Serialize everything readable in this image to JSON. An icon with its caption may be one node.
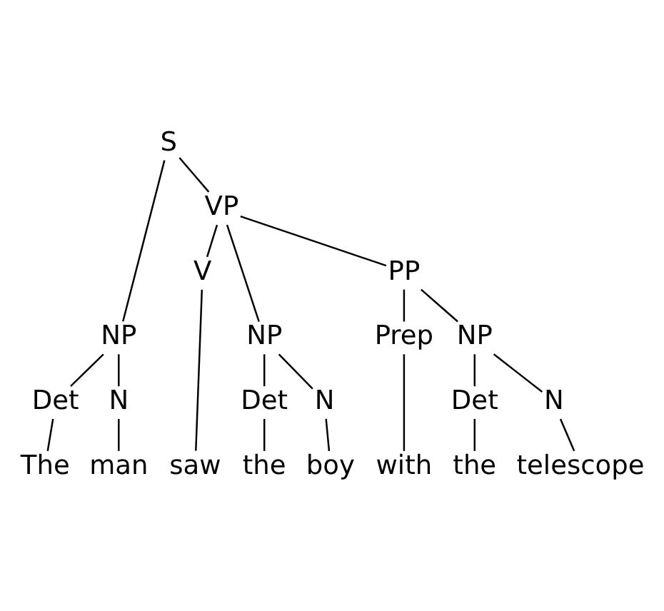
{
  "diagram": {
    "nodes": [
      {
        "text": [
          "S"
        ]
      },
      {
        "text": [
          "NP"
        ]
      },
      {
        "text": [
          "VP"
        ]
      },
      {
        "text": [
          "Det"
        ]
      },
      {
        "text": [
          "N"
        ]
      },
      {
        "text": [
          "V"
        ]
      },
      {
        "text": [
          "NP"
        ]
      },
      {
        "text": [
          "PP"
        ]
      },
      {
        "text": [
          "Det"
        ]
      },
      {
        "text": [
          "N"
        ]
      },
      {
        "text": [
          "Prep"
        ]
      },
      {
        "text": [
          "NP"
        ]
      },
      {
        "text": [
          "Det"
        ]
      },
      {
        "text": [
          "N"
        ]
      },
      {
        "text": [
          "The"
        ]
      },
      {
        "text": [
          "man"
        ]
      },
      {
        "text": [
          "saw"
        ]
      },
      {
        "text": [
          "the"
        ]
      },
      {
        "text": [
          "boy"
        ]
      },
      {
        "text": [
          "with"
        ]
      },
      {
        "text": [
          "the"
        ]
      },
      {
        "text": [
          "telescope"
        ]
      }
    ],
    "edges": [
      {
        "from": 0,
        "to": 1,
        "arrow": "none"
      },
      {
        "from": 0,
        "to": 2,
        "arrow": "none"
      },
      {
        "from": 1,
        "to": 3,
        "arrow": "none"
      },
      {
        "from": 1,
        "to": 4,
        "arrow": "none"
      },
      {
        "from": 2,
        "to": 5,
        "arrow": "none"
      },
      {
        "from": 2,
        "to": 6,
        "arrow": "none"
      },
      {
        "from": 2,
        "to": 7,
        "arrow": "none"
      },
      {
        "from": 6,
        "to": 8,
        "arrow": "none"
      },
      {
        "from": 6,
        "to": 9,
        "arrow": "none"
      },
      {
        "from": 7,
        "to": 10,
        "arrow": "none"
      },
      {
        "from": 7,
        "to": 11,
        "arrow": "none"
      },
      {
        "from": 11,
        "to": 12,
        "arrow": "none"
      },
      {
        "from": 11,
        "to": 13,
        "arrow": "none"
      },
      {
        "from": 3,
        "to": 14,
        "arrow": "none"
      },
      {
        "from": 4,
        "to": 15,
        "arrow": "none"
      },
      {
        "from": 5,
        "to": 16,
        "arrow": "none"
      },
      {
        "from": 8,
        "to": 17,
        "arrow": "none"
      },
      {
        "from": 9,
        "to": 18,
        "arrow": "none"
      },
      {
        "from": 10,
        "to": 19,
        "arrow": "none"
      },
      {
        "from": 12,
        "to": 20,
        "arrow": "none"
      },
      {
        "from": 13,
        "to": 21,
        "arrow": "none"
      }
    ]
  }
}
